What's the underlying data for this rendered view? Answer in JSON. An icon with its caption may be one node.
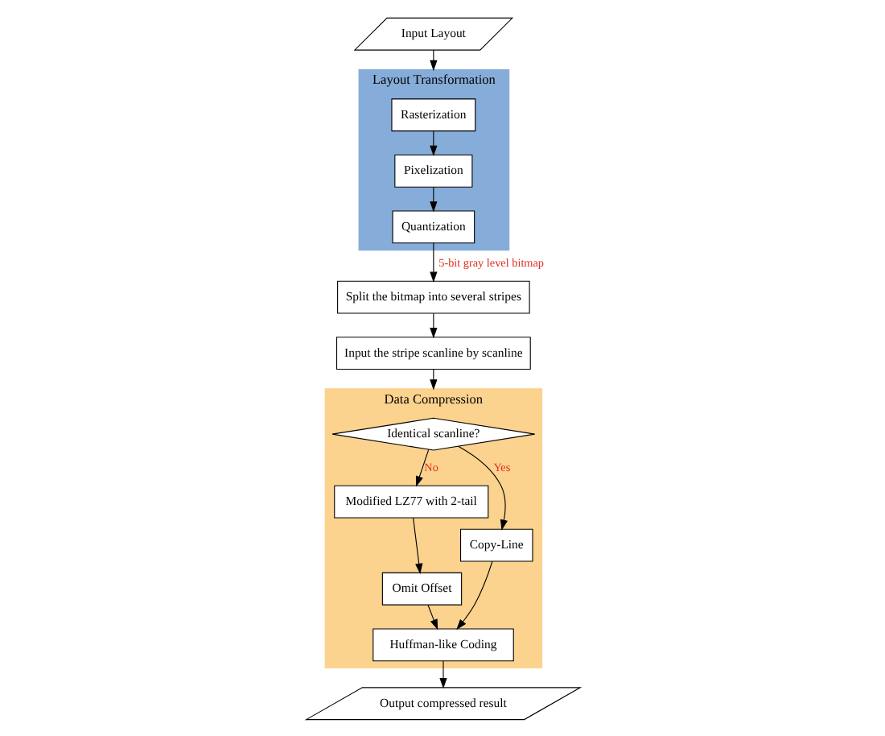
{
  "diagram": {
    "nodes": [
      {
        "text": [
          "Input Layout"
        ]
      },
      {
        "text": [
          "Layout Transformation"
        ]
      },
      {
        "text": [
          "Rasterization"
        ],
        "in": 1
      },
      {
        "text": [
          "Pixelization"
        ],
        "in": 1
      },
      {
        "text": [
          "Quantization"
        ],
        "in": 1
      },
      {
        "text": [
          "Split the bitmap into several stripes"
        ]
      },
      {
        "text": [
          "Input the stripe scanline by scanline"
        ]
      },
      {
        "text": [
          "Data Compression"
        ]
      },
      {
        "text": [
          "Identical scanline?"
        ],
        "in": 7
      },
      {
        "text": [
          "Modified LZ77 with 2-tail"
        ],
        "in": 7
      },
      {
        "text": [
          "Omit Offset"
        ],
        "in": 7
      },
      {
        "text": [
          "Copy-Line"
        ],
        "in": 7
      },
      {
        "text": [
          "Huffman-like Coding"
        ],
        "in": 7
      },
      {
        "text": [
          "Output compressed result"
        ]
      }
    ],
    "edges": [
      {
        "from": 0,
        "to": 1,
        "arrow": "to"
      },
      {
        "from": 2,
        "to": 3,
        "arrow": "to"
      },
      {
        "from": 3,
        "to": 4,
        "arrow": "to"
      },
      {
        "from": 4,
        "to": 5,
        "arrow": "to",
        "label": "5-bit gray level bitmap"
      },
      {
        "from": 5,
        "to": 6,
        "arrow": "to"
      },
      {
        "from": 6,
        "to": 7,
        "arrow": "to"
      },
      {
        "from": 8,
        "to": 9,
        "arrow": "to",
        "label": "No"
      },
      {
        "from": 8,
        "to": 11,
        "arrow": "to",
        "label": "Yes"
      },
      {
        "from": 9,
        "to": 10,
        "arrow": "to"
      },
      {
        "from": 10,
        "to": 12,
        "arrow": "to"
      },
      {
        "from": 11,
        "to": 12,
        "arrow": "to"
      },
      {
        "from": 12,
        "to": 13,
        "arrow": "to"
      }
    ]
  }
}
